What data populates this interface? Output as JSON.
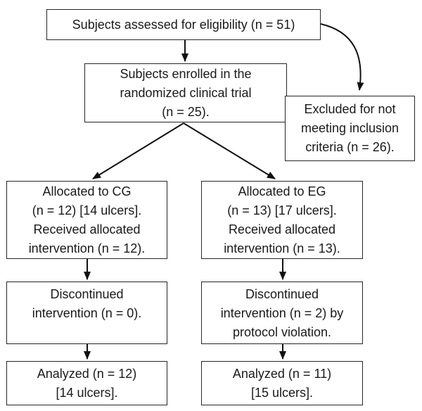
{
  "colors": {
    "background": "#ffffff",
    "box_border": "#262626",
    "arrow": "#111111",
    "text": "#1a1a1a"
  },
  "diagram": {
    "eligibility": {
      "lines": [
        "Subjects assessed for eligibility (n = 51)"
      ]
    },
    "enrolled": {
      "lines": [
        "Subjects enrolled in the",
        "randomized clinical trial",
        "(n = 25)."
      ]
    },
    "excluded": {
      "lines": [
        "Excluded for not",
        "meeting inclusion",
        "criteria (n = 26)."
      ]
    },
    "cg_allocated": {
      "lines": [
        "Allocated to CG",
        "(n = 12) [14 ulcers].",
        "Received allocated",
        "intervention (n = 12)."
      ]
    },
    "eg_allocated": {
      "lines": [
        "Allocated to EG",
        "(n = 13) [17 ulcers].",
        "Received allocated",
        "intervention (n = 13)."
      ]
    },
    "cg_discontinued": {
      "lines": [
        "Discontinued",
        "intervention (n = 0)."
      ]
    },
    "eg_discontinued": {
      "lines": [
        "Discontinued",
        "intervention (n = 2) by",
        "protocol violation."
      ]
    },
    "cg_analyzed": {
      "lines": [
        "Analyzed (n = 12)",
        "[14 ulcers]."
      ]
    },
    "eg_analyzed": {
      "lines": [
        "Analyzed (n = 11)",
        "[15 ulcers]."
      ]
    }
  },
  "connections": [
    {
      "from": "eligibility",
      "to": "enrolled",
      "shape": "straight-down"
    },
    {
      "from": "eligibility",
      "to": "excluded",
      "shape": "curved-right-down"
    },
    {
      "from": "enrolled",
      "to": "cg_allocated",
      "shape": "diagonal-left"
    },
    {
      "from": "enrolled",
      "to": "eg_allocated",
      "shape": "diagonal-right"
    },
    {
      "from": "cg_allocated",
      "to": "cg_discontinued",
      "shape": "straight-down"
    },
    {
      "from": "eg_allocated",
      "to": "eg_discontinued",
      "shape": "straight-down"
    },
    {
      "from": "cg_discontinued",
      "to": "cg_analyzed",
      "shape": "straight-down"
    },
    {
      "from": "eg_discontinued",
      "to": "eg_analyzed",
      "shape": "straight-down"
    }
  ]
}
